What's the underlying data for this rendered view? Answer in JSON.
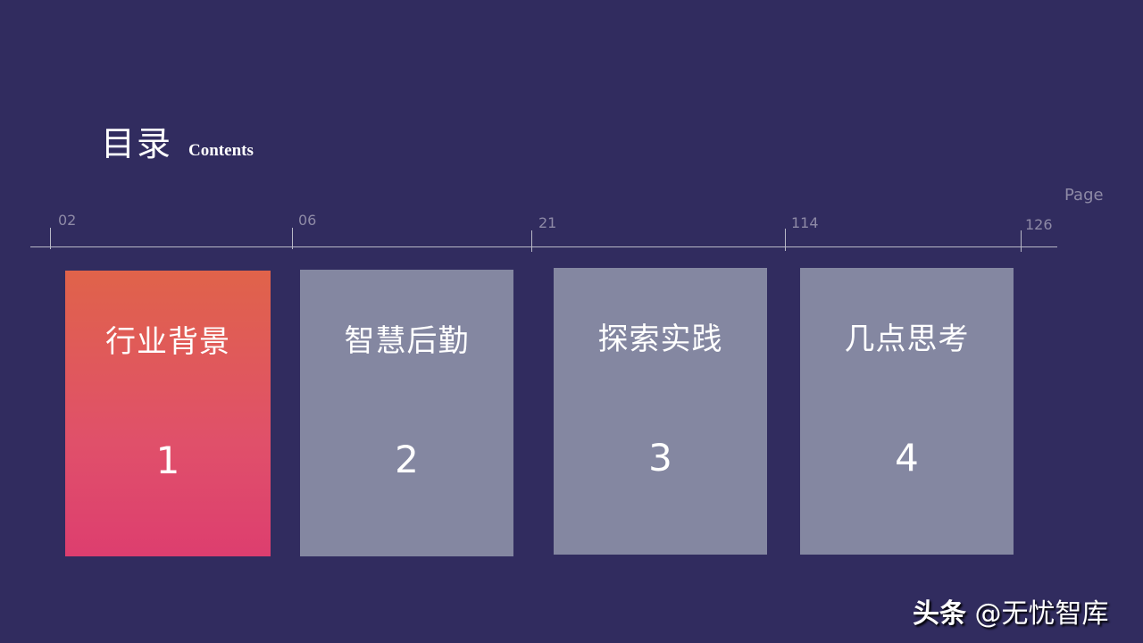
{
  "heading": {
    "title_cn": "目录",
    "title_en": "Contents"
  },
  "axis": {
    "unit_label": "Page",
    "ticks": [
      {
        "label": "02"
      },
      {
        "label": "06"
      },
      {
        "label": "21"
      },
      {
        "label": "114"
      },
      {
        "label": "126"
      }
    ]
  },
  "sections": [
    {
      "title": "行业背景",
      "number": "1",
      "active": true
    },
    {
      "title": "智慧后勤",
      "number": "2",
      "active": false
    },
    {
      "title": "探索实践",
      "number": "3",
      "active": false
    },
    {
      "title": "几点思考",
      "number": "4",
      "active": false
    }
  ],
  "watermark": {
    "brand": "头条",
    "handle": "@无忧智库"
  },
  "colors": {
    "background": "#312c5f",
    "active_top": "#e0634a",
    "active_bottom": "#dd3e6f",
    "inactive": "#8487a1"
  }
}
